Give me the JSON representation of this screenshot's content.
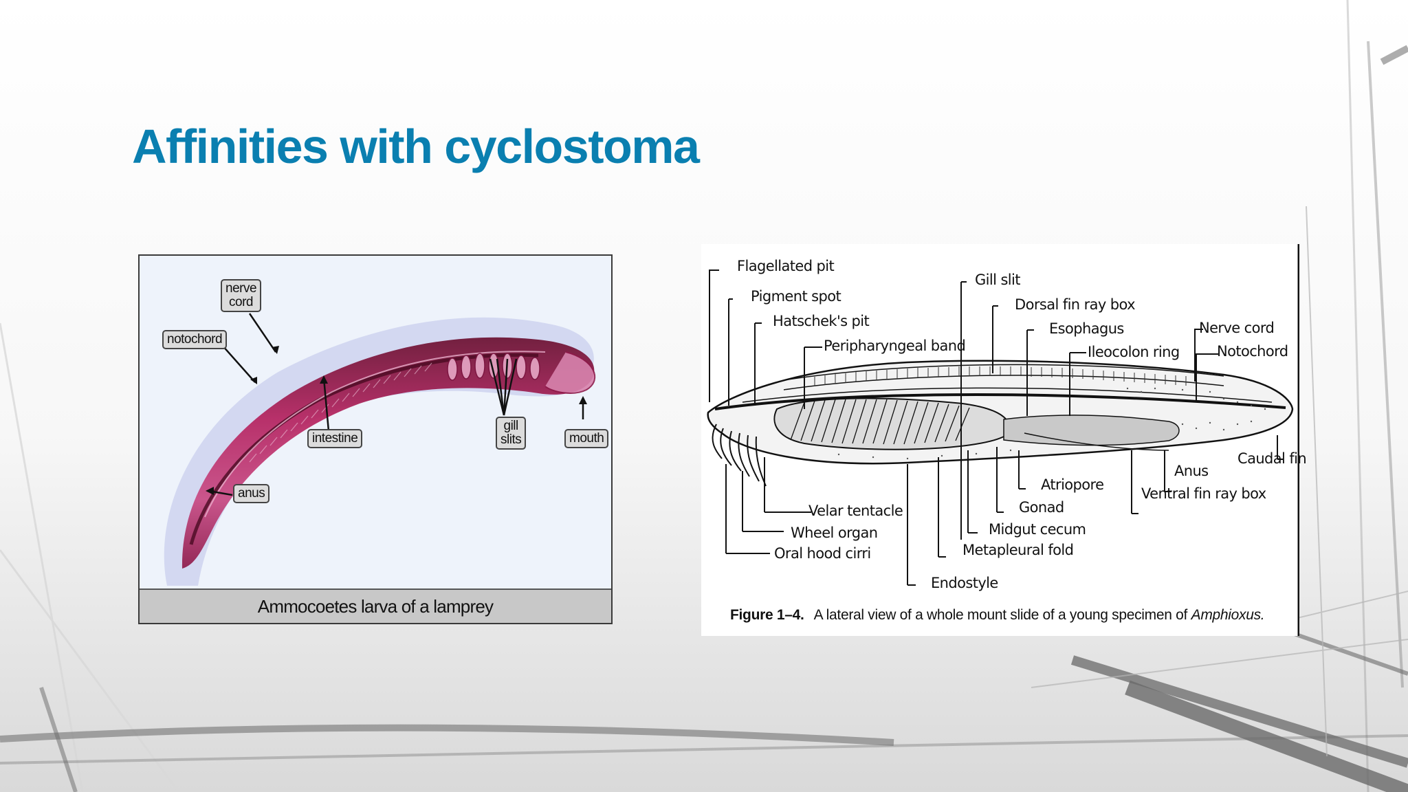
{
  "slide": {
    "title": "Affinities with cyclostoma",
    "title_color": "#0a7fb0"
  },
  "figure_left": {
    "caption": "Ammocoetes larva of a lamprey",
    "labels": {
      "nerve_cord": "nerve\ncord",
      "notochord": "notochord",
      "intestine": "intestine",
      "gill_slits": "gill\nslits",
      "mouth": "mouth",
      "anus": "anus"
    },
    "body_color": "#a01a50"
  },
  "figure_right": {
    "labels": {
      "flagellated_pit": "Flagellated pit",
      "pigment_spot": "Pigment spot",
      "hatscheks_pit": "Hatschek's pit",
      "peripharyngeal_band": "Peripharyngeal band",
      "gill_slit": "Gill slit",
      "dorsal_fin_ray_box": "Dorsal fin ray box",
      "esophagus": "Esophagus",
      "ileocolon_ring": "Ileocolon ring",
      "nerve_cord": "Nerve cord",
      "notochord": "Notochord",
      "caudal_fin": "Caudal fin",
      "anus": "Anus",
      "ventral_fin_ray_box": "Ventral fin ray box",
      "atriopore": "Atriopore",
      "gonad": "Gonad",
      "midgut_cecum": "Midgut cecum",
      "metapleural_fold": "Metapleural fold",
      "endostyle": "Endostyle",
      "velar_tentacle": "Velar tentacle",
      "wheel_organ": "Wheel organ",
      "oral_hood_cirri": "Oral hood cirri"
    },
    "caption": {
      "figure_number": "Figure 1–4.",
      "text": "A lateral view of a whole mount slide of a young specimen of",
      "species": "Amphioxus."
    }
  }
}
